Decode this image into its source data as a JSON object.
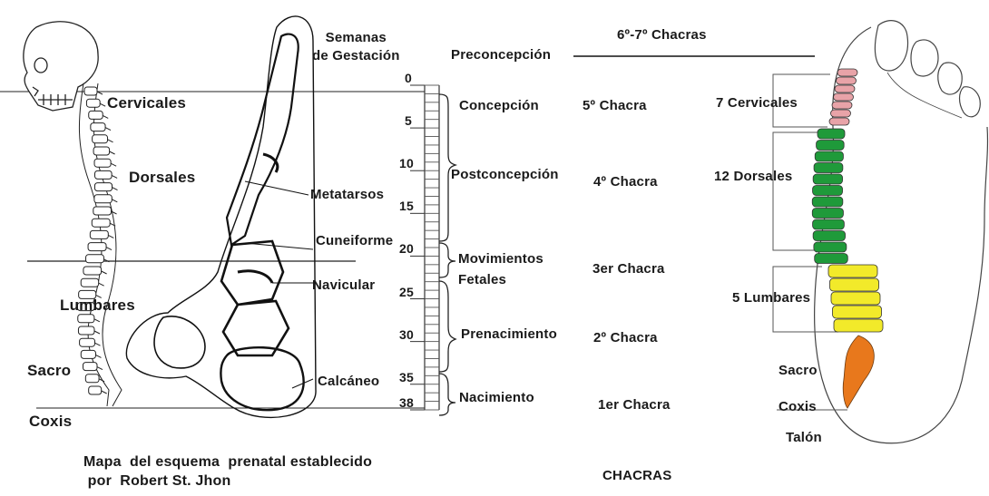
{
  "spine_left": {
    "cervicales": "Cervicales",
    "dorsales": "Dorsales",
    "lumbares": "Lumbares",
    "sacro": "Sacro",
    "coxis": "Coxis"
  },
  "foot_bones": {
    "semanas_title": "Semanas\nde Gestación",
    "metatarsos": "Metatarsos",
    "cuneiforme": "Cuneiforme",
    "navicular": "Navicular",
    "calcaneo": "Calcáneo"
  },
  "scale": {
    "ticks": [
      "0",
      "5",
      "10",
      "15",
      "20",
      "25",
      "30",
      "35",
      "38"
    ]
  },
  "stages": {
    "preconcepcion": "Preconcepción",
    "concepcion": "Concepción",
    "postconcepcion": "Postconcepción",
    "movimientos": "Movimientos\nFetales",
    "prenacimiento": "Prenacimiento",
    "nacimiento": "Nacimiento"
  },
  "chakras": {
    "c67": "6º-7º Chacras",
    "c5": "5º Chacra",
    "c4": "4º Chacra",
    "c3": "3er Chacra",
    "c2": "2º Chacra",
    "c1": "1er Chacra",
    "footer": "CHACRAS"
  },
  "foot_spine": {
    "cervicales": "7 Cervicales",
    "dorsales": "12 Dorsales",
    "lumbares": "5 Lumbares",
    "sacro": "Sacro",
    "coxis": "Coxis",
    "talon": "Talón"
  },
  "caption": "Mapa  del esquema  prenatal establecido\n por  Robert St. Jhon",
  "colors": {
    "cervical": "#e8a3a8",
    "dorsal": "#1f9a3a",
    "lumbar": "#f2ea2a",
    "sacral": "#e8781c"
  }
}
